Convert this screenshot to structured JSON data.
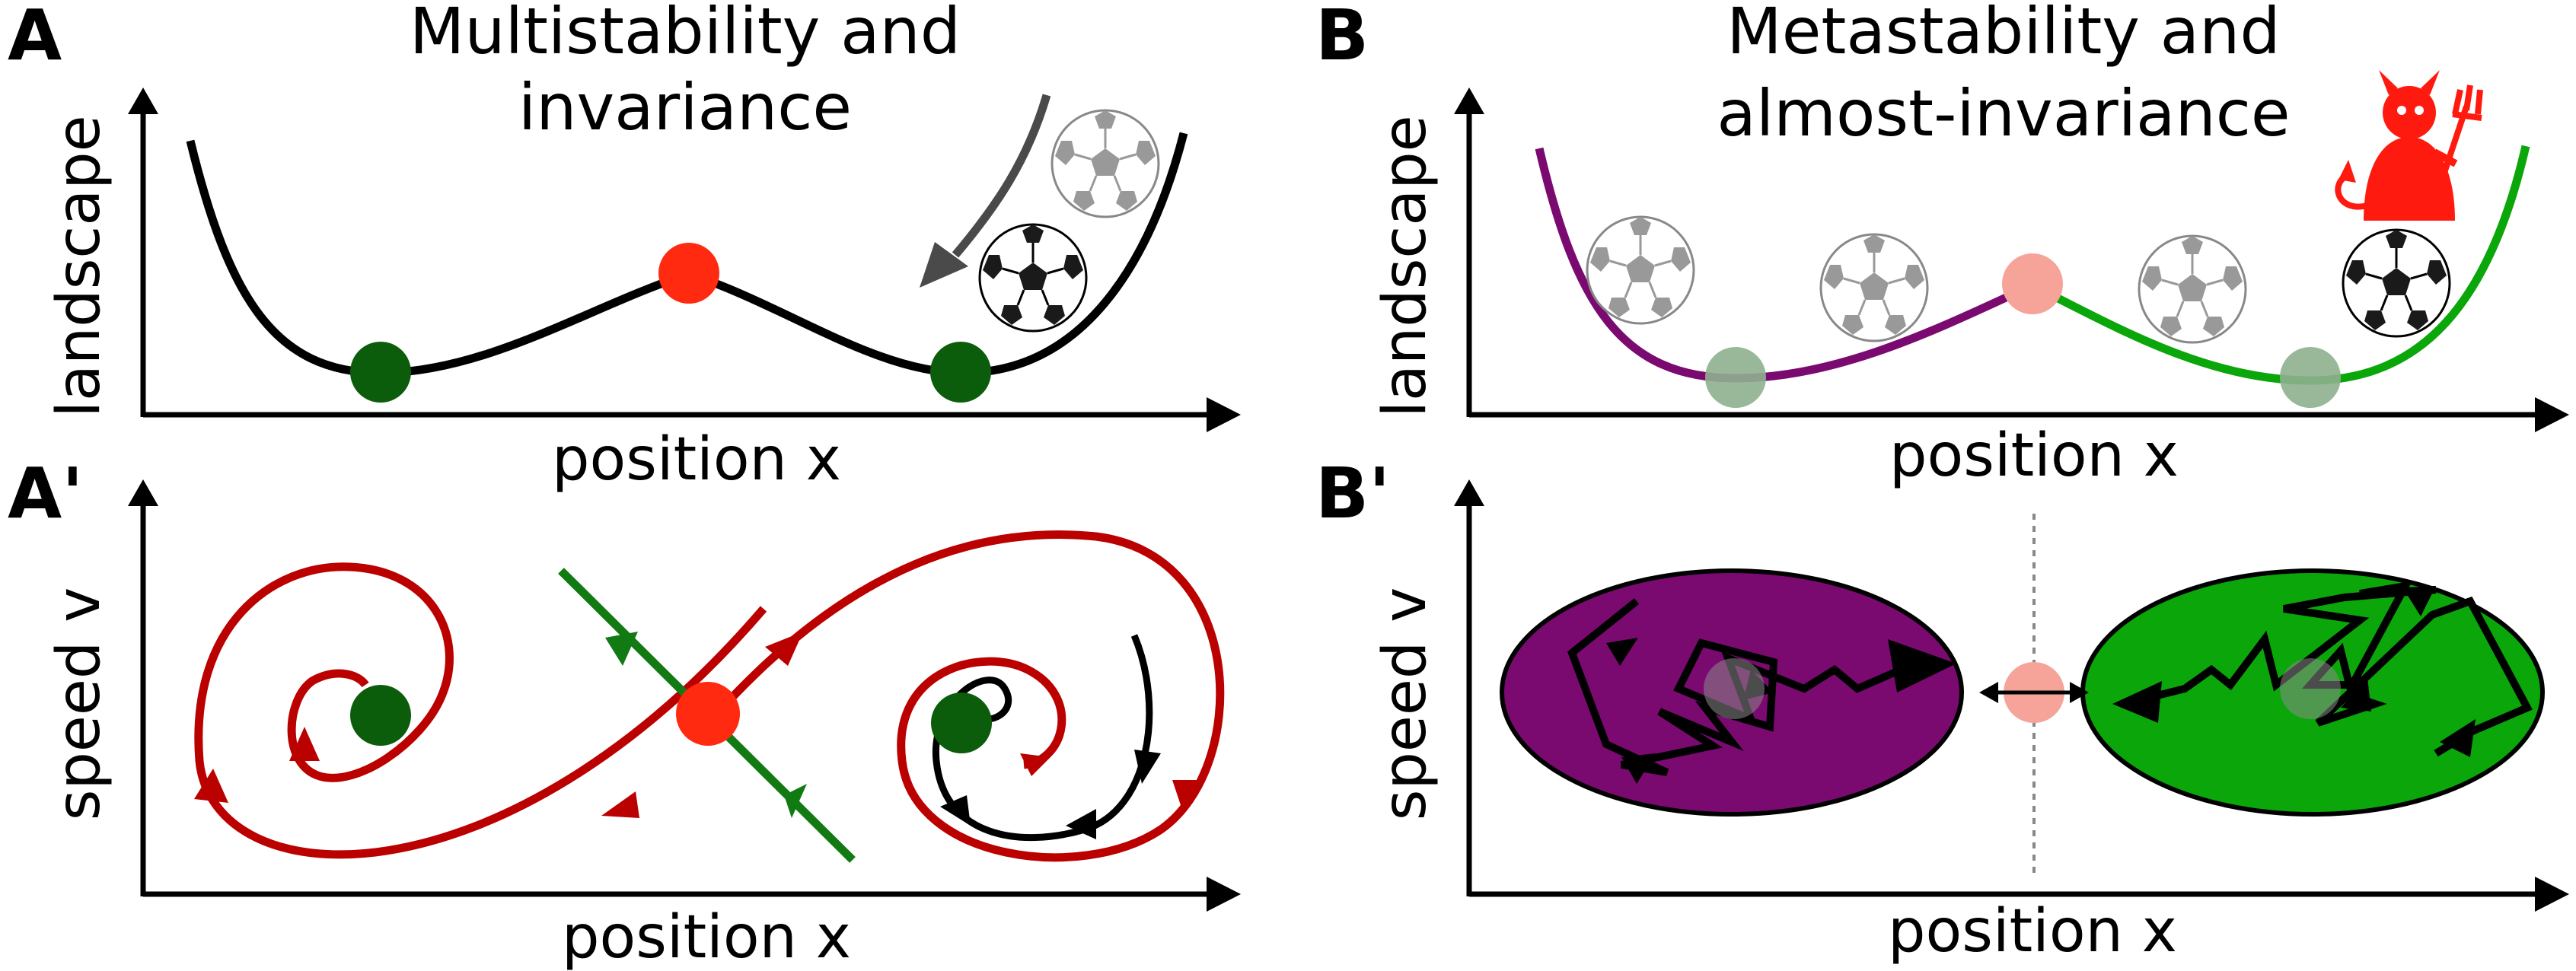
{
  "panels": {
    "A": {
      "letter": "A",
      "title_line1": "Multistability and",
      "title_line2": "invariance",
      "ylabel": "landscape",
      "xlabel": "position x"
    },
    "B": {
      "letter": "B",
      "title_line1": "Metastability and",
      "title_line2": "almost-invariance",
      "ylabel": "landscape",
      "xlabel": "position x"
    },
    "A_prime": {
      "letter": "A'",
      "ylabel": "speed v",
      "xlabel": "position x"
    },
    "B_prime": {
      "letter": "B'",
      "ylabel": "speed v",
      "xlabel": "position x"
    }
  },
  "colors": {
    "stable": "#0b5c0b",
    "unstable": "#ff2a10",
    "unstable_faded": "#f6a39a",
    "stable_faded": "#8eb08e",
    "trajectory": "#bb0000",
    "manifold": "#127a12",
    "basin_left": "#7a0a70",
    "basin_right": "#0aa60a",
    "devil": "#ff1a10"
  },
  "icons": {
    "ball": "soccer-ball-icon",
    "devil": "devil-icon"
  }
}
